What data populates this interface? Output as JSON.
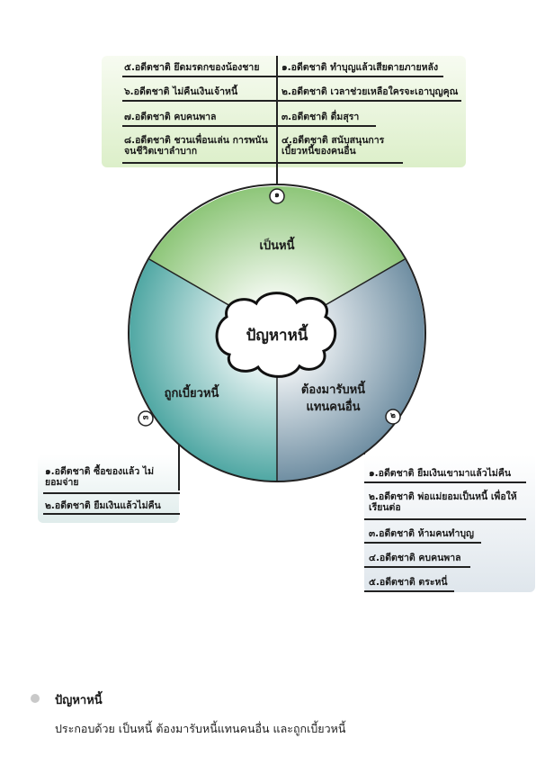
{
  "diagram": {
    "center_label": "ปัญหาหนี้",
    "segments": [
      {
        "label": "เป็นหนี้",
        "number": "๑"
      },
      {
        "label_line1": "ต้องมารับหนี้",
        "label_line2": "แทนคนอื่น",
        "number": "๒"
      },
      {
        "label": "ถูกเบี้ยวหนี้",
        "number": "๓"
      }
    ],
    "top_left_items": [
      "๕.อดีตชาติ ยึดมรดกของน้องชาย",
      "๖.อดีตชาติ ไม่คืนเงินเจ้าหนี้",
      "๗.อดีตชาติ คบคนพาล",
      "๘.อดีตชาติ ชวนเพื่อนเล่น การพนันจนชีวิตเขาลำบาก"
    ],
    "top_right_items": [
      "๑.อดีตชาติ ทำบุญแล้วเสียดายภายหลัง",
      "๒.อดีตชาติ เวลาช่วยเหลือใครจะเอาบุญคุณ",
      "๓.อดีตชาติ ดื่มสุรา",
      "๔.อดีตชาติ สนับสนุนการ เบี้ยวหนี้ของคนอื่น"
    ],
    "left_items": [
      "๑.อดีตชาติ ซื้อของแล้ว ไม่ยอมจ่าย",
      "๒.อดีตชาติ ยืมเงินแล้วไม่คืน"
    ],
    "right_items": [
      "๑.อดีตชาติ ยืมเงินเขามาแล้วไม่คืน",
      "๒.อดีตชาติ พ่อแม่ยอมเป็นหนี้ เพื่อให้เรียนต่อ",
      "๓.อดีตชาติ ห้ามคนทำบุญ",
      "๔.อดีตชาติ คบคนพาล",
      "๕.อดีตชาติ ตระหนี่"
    ]
  },
  "legend": {
    "title": "ปัญหาหนี้",
    "text": "ประกอบด้วย เป็นหนี้ ต้องมารับหนี้แทนคนอื่น และถูกเบี้ยวหนี้"
  },
  "colors": {
    "green": "#8cc577",
    "teal": "#4fa7a3",
    "blue_grey": "#6f8ea2",
    "line": "#222222"
  }
}
